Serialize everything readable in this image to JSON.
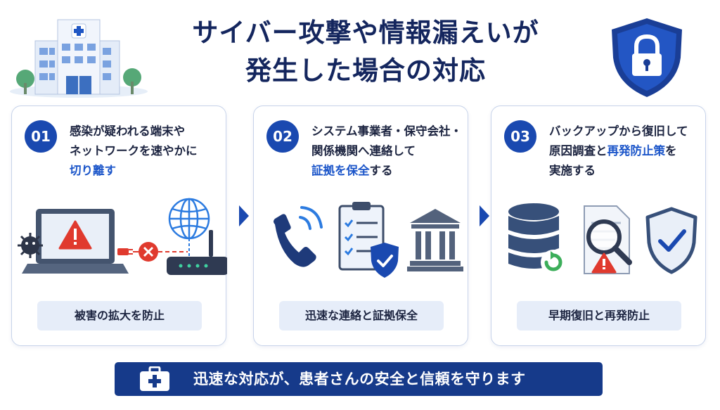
{
  "title": {
    "line1": "サイバー攻撃や情報漏えいが",
    "line2": "発生した場合の対応"
  },
  "steps": [
    {
      "number": "01",
      "line1": "感染が疑われる端末や",
      "line2": "ネットワークを速やかに",
      "line3_highlight": "切り離す",
      "result": "被害の拡大を防止",
      "icons": [
        "virus-icon",
        "laptop-icon",
        "warning-icon",
        "plug-icon",
        "disconnect-x-icon",
        "globe-icon",
        "router-icon"
      ]
    },
    {
      "number": "02",
      "line1": "システム事業者・保守会社・",
      "line2": "関係機関へ連絡して",
      "line3_highlight": "証拠を保全",
      "line3_rest": "する",
      "result": "迅速な連絡と証拠保全",
      "icons": [
        "phone-icon",
        "checklist-icon",
        "shield-check-icon",
        "government-building-icon"
      ]
    },
    {
      "number": "03",
      "line1": "バックアップから復旧して",
      "line2_plain": "原因調査と",
      "line2_highlight": "再発防止策",
      "line2_rest": "を",
      "line3": "実施する",
      "result": "早期復旧と再発防止",
      "icons": [
        "database-icon",
        "restore-icon",
        "magnifier-document-icon",
        "warning-icon",
        "shield-check-icon"
      ]
    }
  ],
  "footer": {
    "message": "迅速な対応が、患者さんの安全と信頼を守ります",
    "icon": "medical-kit-icon"
  },
  "colors": {
    "primary": "#1a49b0",
    "title": "#14265e",
    "highlight": "#1b55c9",
    "pill": "#e6edf9",
    "footer": "#163a8a",
    "danger": "#e03a2e",
    "success": "#3cae5a"
  }
}
